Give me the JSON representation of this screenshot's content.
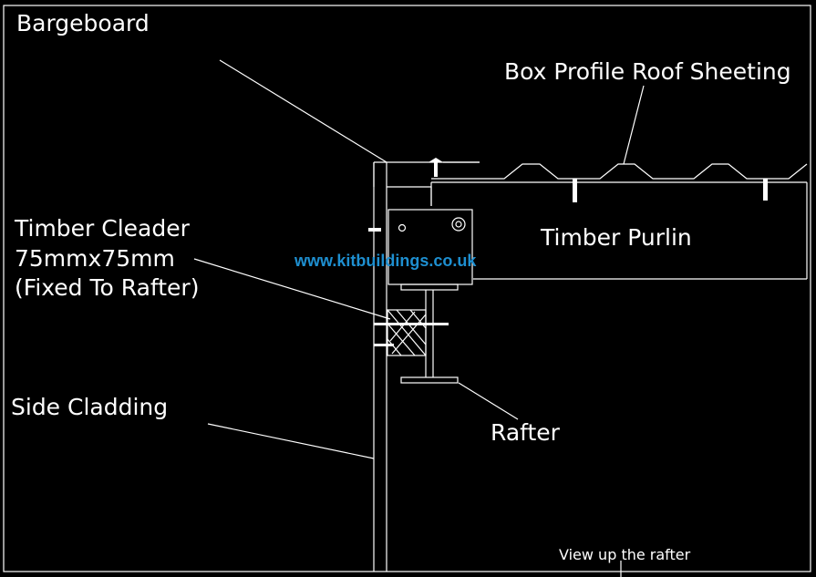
{
  "labels": {
    "bargeboard": "Bargeboard",
    "roof_sheeting": "Box Profile Roof Sheeting",
    "cleader_line1": "Timber Cleader",
    "cleader_line2": "75mmx75mm",
    "cleader_line3": "(Fixed To Rafter)",
    "purlin": "Timber Purlin",
    "side_cladding": "Side Cladding",
    "rafter": "Rafter",
    "view_note": "View up the rafter"
  },
  "watermark": "www.kitbuildings.co.uk",
  "colors": {
    "background": "#000000",
    "lines": "#ffffff",
    "watermark": "#1e8fd0"
  }
}
